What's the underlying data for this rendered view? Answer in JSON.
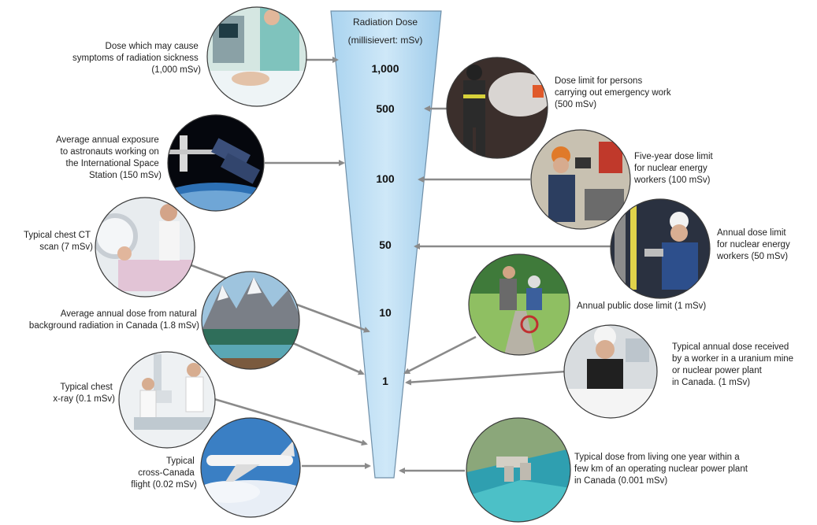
{
  "scale": {
    "title": "Radiation Dose",
    "unit": "(millisievert: mSv)",
    "ticks": [
      "1,000",
      "500",
      "100",
      "50",
      "10",
      "1"
    ]
  },
  "items_left": [
    {
      "lines": [
        "Dose which may cause",
        "symptoms of radiation sickness",
        "(1,000 mSv)"
      ],
      "photo": "hospital-patient-photo"
    },
    {
      "lines": [
        "Average annual exposure",
        "to astronauts working on",
        "the International Space",
        "Station (150 mSv)"
      ],
      "photo": "space-station-photo"
    },
    {
      "lines": [
        "Typical chest CT",
        "scan (7 mSv)"
      ],
      "photo": "ct-scanner-photo"
    },
    {
      "lines": [
        "Average annual dose from natural",
        "background radiation in Canada (1.8 mSv)"
      ],
      "photo": "mountain-lake-photo"
    },
    {
      "lines": [
        "Typical chest",
        "x-ray (0.1 mSv)"
      ],
      "photo": "xray-room-photo"
    },
    {
      "lines": [
        "Typical",
        "cross-Canada",
        "flight (0.02 mSv)"
      ],
      "photo": "airplane-photo"
    }
  ],
  "items_right": [
    {
      "lines": [
        "Dose limit for persons",
        "carrying out emergency work",
        "(500 mSv)"
      ],
      "photo": "firefighter-photo"
    },
    {
      "lines": [
        "Five-year dose limit",
        "for nuclear energy",
        "workers (100 mSv)"
      ],
      "photo": "nuclear-worker-photo"
    },
    {
      "lines": [
        "Annual dose limit",
        "for nuclear energy",
        "workers (50 mSv)"
      ],
      "photo": "plant-technician-photo"
    },
    {
      "lines": [
        "Annual public dose limit (1 mSv)"
      ],
      "photo": "family-cycling-photo"
    },
    {
      "lines": [
        "Typical annual dose received",
        "by a worker in a uranium mine",
        "or nuclear power plant",
        "in Canada. (1 mSv)"
      ],
      "photo": "mine-worker-photo"
    },
    {
      "lines": [
        "Typical dose from living one year within a",
        "few km of an operating nuclear power plant",
        "in Canada (0.001 mSv)"
      ],
      "photo": "power-plant-aerial-photo"
    }
  ]
}
